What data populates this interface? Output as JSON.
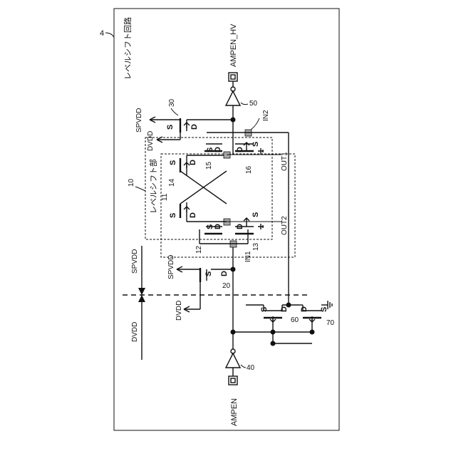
{
  "figure": {
    "ref": "4",
    "title": "レベルシフト回路",
    "block_label": "レベルシフト部",
    "block_ref": "10"
  },
  "io": {
    "input": "AMPEN",
    "output": "AMPEN_HV"
  },
  "supplies": {
    "high": "SPVDD",
    "low": "DVDD",
    "domain_high": "SPVDD",
    "domain_low": "DVDD"
  },
  "terminals": {
    "source": "S",
    "drain": "D"
  },
  "nodes": {
    "in1": "IN1",
    "in2": "IN2",
    "out1": "OUT1",
    "out2": "OUT2"
  },
  "refs": {
    "r11": "11",
    "r12": "12",
    "r13": "13",
    "r14": "14",
    "r15": "15",
    "r16": "16",
    "r20": "20",
    "r30": "30",
    "r40": "40",
    "r50": "50",
    "r60": "60",
    "r70": "70"
  }
}
